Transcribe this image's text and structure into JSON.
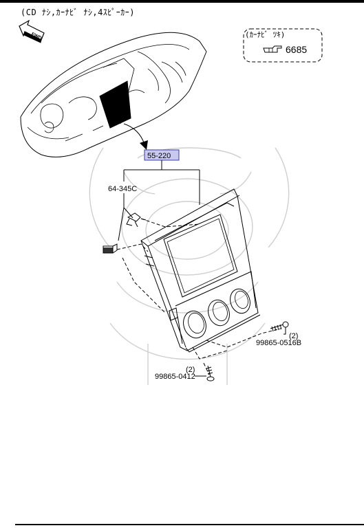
{
  "caption": "(CD ﾅｼ,ｶｰﾅﾋﾞ ﾅｼ,4ｽﾋﾟｰｶｰ)",
  "fwd_label": "FWD",
  "reference_box": {
    "title": "(ｶｰﾅﾋﾞ ﾂｷ)",
    "page": "6685"
  },
  "parts": {
    "main_part": "55-220",
    "bracket": "64-345C",
    "screw_right_qty": "(2)",
    "screw_right": "99865-0516B",
    "screw_bottom_qty": "(2)",
    "screw_bottom": "99865-0412"
  },
  "colors": {
    "part_highlight_fill": "#c9c9ef",
    "part_highlight_border": "#3b3ba0",
    "watermark": "#cfcfcf"
  }
}
